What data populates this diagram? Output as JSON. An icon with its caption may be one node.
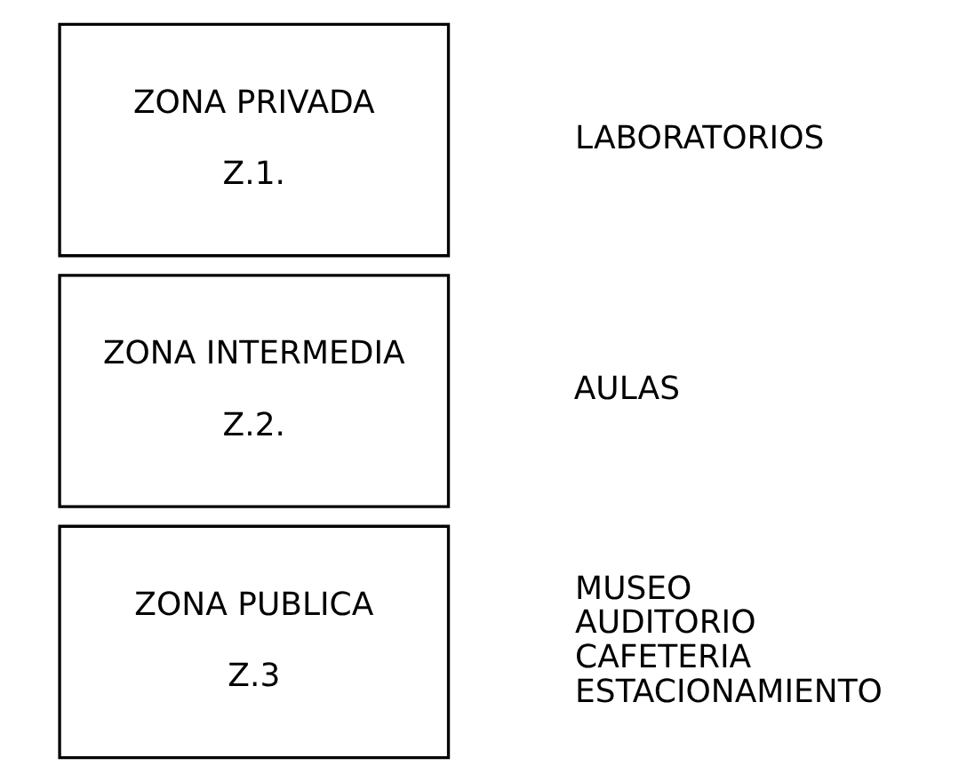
{
  "diagram": {
    "nodes": [
      {
        "text": [
          "ZONA PRIVADA",
          "Z.1."
        ],
        "beside": [
          "LABORATORIOS"
        ]
      },
      {
        "text": [
          "ZONA INTERMEDIA",
          "Z.2."
        ],
        "beside": [
          "AULAS"
        ]
      },
      {
        "text": [
          "ZONA PUBLICA",
          "Z.3"
        ],
        "beside": [
          "MUSEO",
          "AUDITORIO",
          "CAFETERIA",
          "ESTACIONAMIENTO"
        ]
      }
    ],
    "edges": []
  }
}
